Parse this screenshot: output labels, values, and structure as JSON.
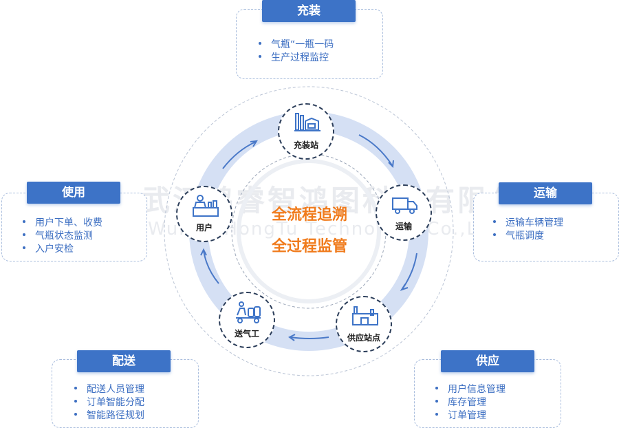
{
  "center": {
    "line1": "全流程追溯",
    "line2": "全过程监管"
  },
  "watermark": {
    "cn": "武汉鸿睿智鸿图科技有限公司",
    "en": "Wuhan HongTu Technology Co.,Ltd"
  },
  "nodes": {
    "filling": "充装站",
    "transport": "运输",
    "supply": "供应站点",
    "delivery": "送气工",
    "user": "用户"
  },
  "boxes": {
    "filling": {
      "title": "充装",
      "items": [
        "气瓶“一瓶一码",
        "生产过程监控"
      ]
    },
    "transport": {
      "title": "运输",
      "items": [
        "运输车辆管理",
        "气瓶调度"
      ]
    },
    "supply": {
      "title": "供应",
      "items": [
        "用户信息管理",
        "库存管理",
        "订单管理"
      ]
    },
    "delivery": {
      "title": "配送",
      "items": [
        "配送人员管理",
        "订单智能分配",
        "智能路径规划"
      ]
    },
    "usage": {
      "title": "使用",
      "items": [
        "用户下单、收费",
        "气瓶状态监测",
        "入户安检"
      ]
    }
  },
  "colors": {
    "accent": "#3d73c7",
    "ring": "#d5e0f4",
    "center_text": "#f07b1c",
    "bullet_text": "#3d6fc2"
  }
}
